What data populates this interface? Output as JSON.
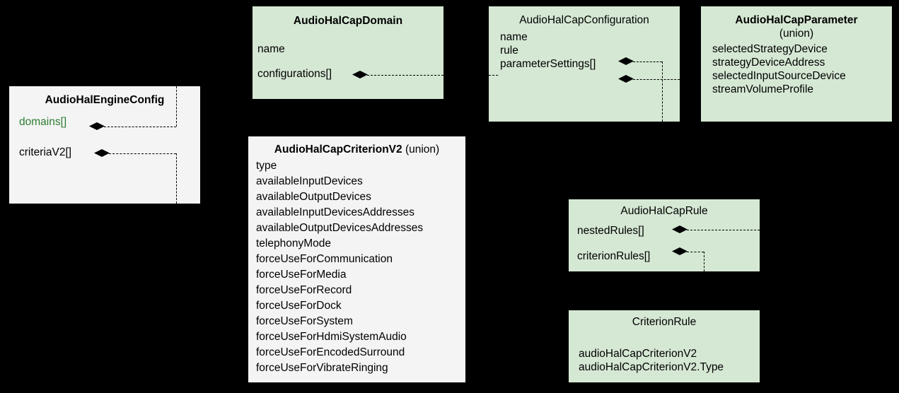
{
  "diagram": {
    "background": "#000000",
    "box_fill_green": "#d5e8d4",
    "box_fill_grey": "#f4f4f4",
    "accent_green_text": "#2e7d32"
  },
  "boxes": {
    "engine_config": {
      "title": "AudioHalEngineConfig",
      "fields": [
        {
          "label": "domains[]",
          "highlight": true
        },
        {
          "label": "criteriaV2[]",
          "highlight": false
        }
      ]
    },
    "cap_domain": {
      "title": "AudioHalCapDomain",
      "fields": [
        {
          "label": "name"
        },
        {
          "label": "configurations[]"
        }
      ]
    },
    "cap_configuration": {
      "title": "AudioHalCapConfiguration",
      "fields": [
        {
          "label": "name"
        },
        {
          "label": "rule"
        },
        {
          "label": "parameterSettings[]"
        }
      ]
    },
    "cap_parameter": {
      "title": "AudioHalCapParameter",
      "subtitle": "(union)",
      "fields": [
        {
          "label": "selectedStrategyDevice"
        },
        {
          "label": "strategyDeviceAddress"
        },
        {
          "label": "selectedInputSourceDevice"
        },
        {
          "label": "streamVolumeProfile"
        }
      ]
    },
    "cap_criterion_v2": {
      "title": "AudioHalCapCriterionV2",
      "title_suffix": "(union)",
      "fields": [
        {
          "label": "type"
        },
        {
          "label": "availableInputDevices"
        },
        {
          "label": "availableOutputDevices"
        },
        {
          "label": "availableInputDevicesAddresses"
        },
        {
          "label": "availableOutputDevicesAddresses"
        },
        {
          "label": "telephonyMode"
        },
        {
          "label": "forceUseForCommunication"
        },
        {
          "label": "forceUseForMedia"
        },
        {
          "label": "forceUseForRecord"
        },
        {
          "label": "forceUseForDock"
        },
        {
          "label": "forceUseForSystem"
        },
        {
          "label": "forceUseForHdmiSystemAudio"
        },
        {
          "label": "forceUseForEncodedSurround"
        },
        {
          "label": "forceUseForVibrateRinging"
        }
      ]
    },
    "cap_rule": {
      "title": "AudioHalCapRule",
      "fields": [
        {
          "label": "nestedRules[]"
        },
        {
          "label": "criterionRules[]"
        }
      ]
    },
    "criterion_rule": {
      "title": "CriterionRule",
      "fields": [
        {
          "label": "audioHalCapCriterionV2"
        },
        {
          "label": "audioHalCapCriterionV2.Type"
        }
      ]
    }
  }
}
